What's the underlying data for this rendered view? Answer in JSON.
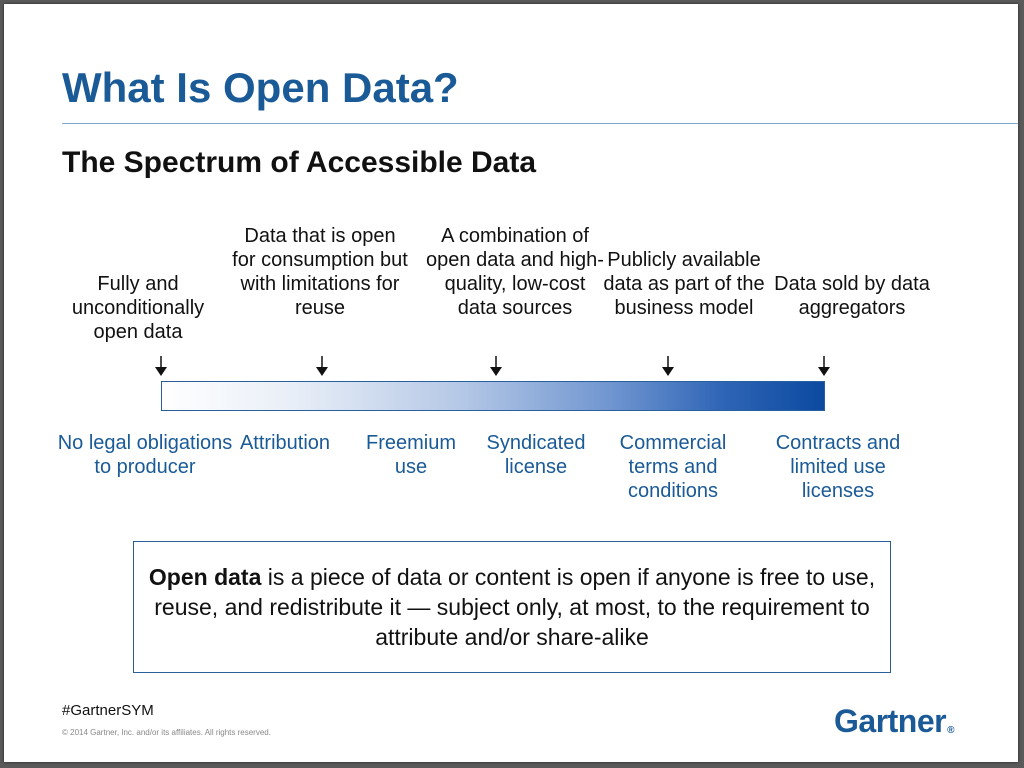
{
  "slide": {
    "title": "What Is Open Data?",
    "subtitle": "The Spectrum of Accessible Data"
  },
  "spectrum": {
    "top_labels": [
      "Fully and unconditionally open data",
      "Data that is open for consumption but with limitations for reuse",
      "A combination of open data and high-quality, low-cost data sources",
      "Publicly available data as part of the business model",
      "Data sold by data aggregators"
    ],
    "bottom_labels": [
      "No legal obligations to producer",
      "Attribution",
      "Freemium use",
      "Syndicated license",
      "Commercial terms and conditions",
      "Contracts and limited use licenses"
    ],
    "colors": {
      "light": "#ffffff",
      "dark": "#0b4aa0",
      "label_blue": "#1a5a96"
    }
  },
  "definition": {
    "term": "Open data",
    "text": " is a piece of data or content is open if anyone is free to use, reuse, and redistribute it — subject only, at most, to the requirement to attribute and/or share-alike"
  },
  "footer": {
    "hashtag": "#GartnerSYM",
    "copyright": "© 2014 Gartner, Inc. and/or its affiliates. All rights reserved.",
    "logo_text": "Gartner",
    "logo_mark": "®"
  }
}
